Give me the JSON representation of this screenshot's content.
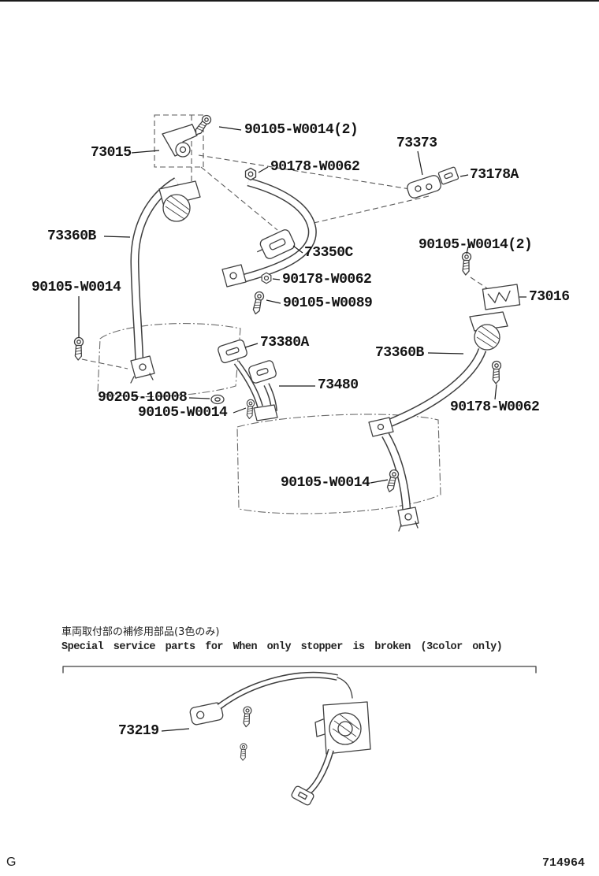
{
  "page": {
    "footer_left": "G",
    "doc_number": "714964"
  },
  "note": {
    "jp": "車両取付部の補修用部品(3色のみ)",
    "en": "Special  service  parts  for  When  only  stopper  is  broken  (3color only)"
  },
  "labels": {
    "screw_top": "90105-W0014(2)",
    "part_73015": "73015",
    "nut_top": "90178-W0062",
    "part_73373": "73373",
    "part_73178A": "73178A",
    "belt_left": "73360B",
    "part_73350C": "73350C",
    "screw_pair_right": "90105-W0014(2)",
    "nut_mid": "90178-W0062",
    "screw_0089": "90105-W0089",
    "part_73016": "73016",
    "screw_left": "90105-W0014",
    "part_73380A": "73380A",
    "belt_right": "73360B",
    "part_73480": "73480",
    "grommet": "90205-10008",
    "screw_center": "90105-W0014",
    "screw_right_low": "90178-W0062",
    "screw_bottom": "90105-W0014",
    "part_73219": "73219"
  }
}
